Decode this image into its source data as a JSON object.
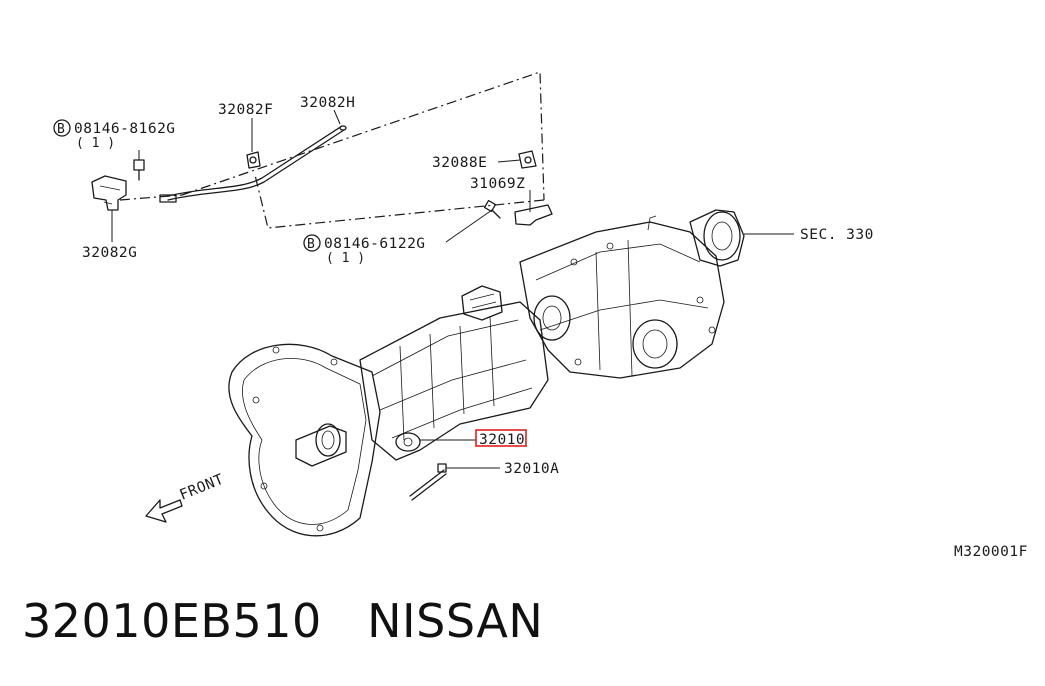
{
  "callouts": {
    "bolt_a_code": "08146-8162G",
    "bolt_a_qty": "( 1 )",
    "bolt_a_marker": "B",
    "bracket_g": "32082G",
    "clip_f": "32082F",
    "cable_h": "32082H",
    "clip_e": "32088E",
    "bracket_z": "31069Z",
    "bolt_b_code": "08146-6122G",
    "bolt_b_qty": "( 1 )",
    "bolt_b_marker": "B",
    "section_ref": "SEC. 330",
    "transmission": "32010",
    "stud": "32010A",
    "front_label": "FRONT",
    "diagram_id": "M320001F"
  },
  "highlight_color": "#e0201b",
  "caption": {
    "part_number": "32010EB510",
    "brand": "NISSAN"
  }
}
